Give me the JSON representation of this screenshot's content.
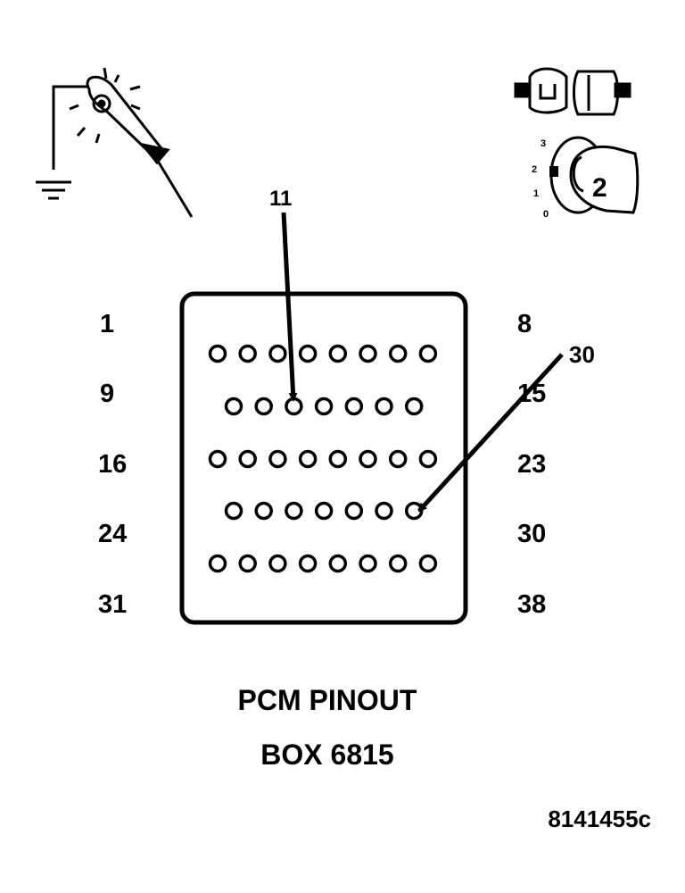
{
  "callouts": {
    "probe_pin": "11",
    "ground_pin": "30"
  },
  "key_position": {
    "digit": "2",
    "scale": [
      "3",
      "2",
      "1",
      "0"
    ]
  },
  "row_labels": {
    "left": [
      "1",
      "9",
      "16",
      "24",
      "31"
    ],
    "right": [
      "8",
      "15",
      "23",
      "30",
      "38"
    ]
  },
  "connector": {
    "rows": [
      8,
      7,
      8,
      7,
      8
    ]
  },
  "caption": {
    "line1": "PCM PINOUT",
    "line2": "BOX 6815"
  },
  "figure_id": "8141455c",
  "icons": [
    "test-light-icon",
    "ground-symbol-icon",
    "disconnected-connector-icon",
    "ignition-key-icon"
  ]
}
